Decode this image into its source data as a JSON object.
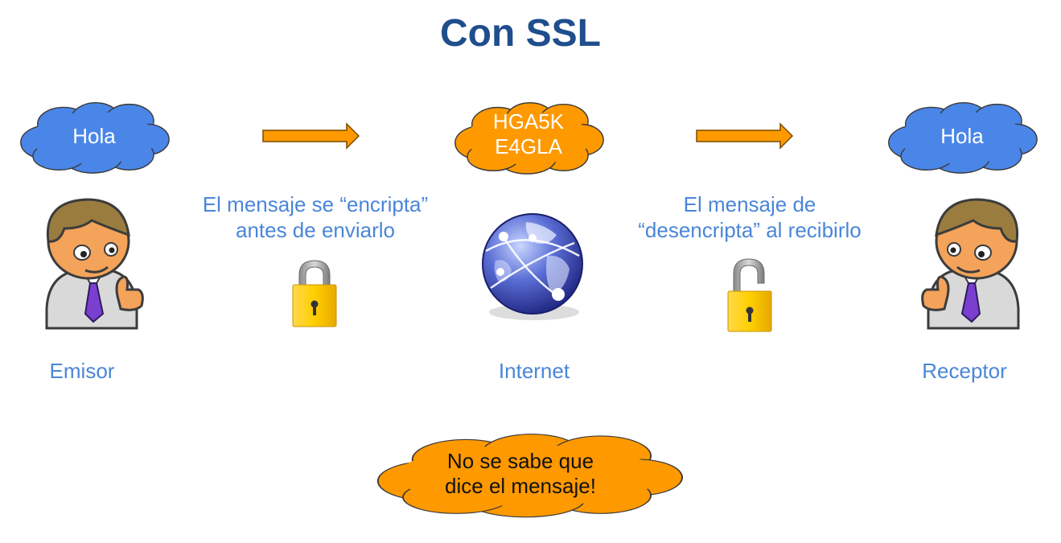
{
  "title": "Con SSL",
  "sender": {
    "cloud_text": "Hola",
    "label": "Emisor"
  },
  "receiver": {
    "cloud_text": "Hola",
    "label": "Receptor"
  },
  "internet": {
    "cloud_line1": "HGA5K",
    "cloud_line2": "E4GLA",
    "label": "Internet"
  },
  "encrypt_caption": {
    "line1": "El mensaje se “encripta”",
    "line2": "antes de enviarlo"
  },
  "decrypt_caption": {
    "line1": "El mensaje de",
    "line2": "“desencripta” al recibirlo"
  },
  "bottom_note": {
    "line1": "No se sabe que",
    "line2": "dice el mensaje!"
  },
  "colors": {
    "title": "#1f4e8c",
    "caption": "#4a86d8",
    "blue_cloud": "#4a86e8",
    "orange": "#ff9900",
    "lock": "#ffcc00"
  },
  "icons": [
    "cloud-icon",
    "arrow-right-icon",
    "person-icon",
    "padlock-closed-icon",
    "padlock-open-icon",
    "globe-icon"
  ]
}
